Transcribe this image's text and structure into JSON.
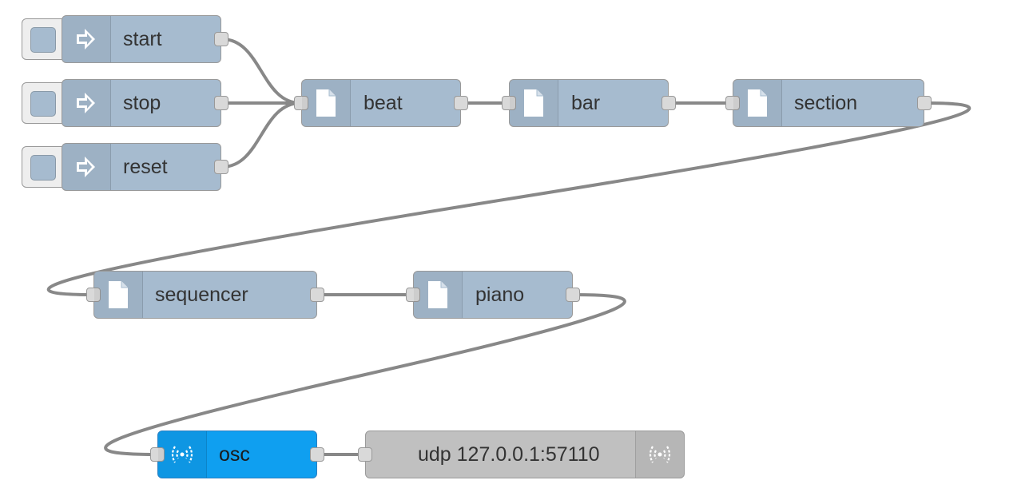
{
  "colors": {
    "function_node": "#a6bbcf",
    "osc_node": "#0f9ff0",
    "udp_node": "#c0c0c0",
    "wire": "#888888"
  },
  "nodes": {
    "start": {
      "label": "start",
      "icon": "arrow-in-icon"
    },
    "stop": {
      "label": "stop",
      "icon": "arrow-in-icon"
    },
    "reset": {
      "label": "reset",
      "icon": "arrow-in-icon"
    },
    "beat": {
      "label": "beat",
      "icon": "file-icon"
    },
    "bar": {
      "label": "bar",
      "icon": "file-icon"
    },
    "section": {
      "label": "section",
      "icon": "file-icon"
    },
    "sequencer": {
      "label": "sequencer",
      "icon": "file-icon"
    },
    "piano": {
      "label": "piano",
      "icon": "file-icon"
    },
    "osc": {
      "label": "osc",
      "icon": "wireless-icon"
    },
    "udp": {
      "label": "udp 127.0.0.1:57110",
      "icon": "wireless-icon"
    }
  },
  "wires": [
    [
      "start",
      "beat"
    ],
    [
      "stop",
      "beat"
    ],
    [
      "reset",
      "beat"
    ],
    [
      "beat",
      "bar"
    ],
    [
      "bar",
      "section"
    ],
    [
      "section",
      "sequencer"
    ],
    [
      "sequencer",
      "piano"
    ],
    [
      "piano",
      "osc"
    ],
    [
      "osc",
      "udp"
    ]
  ]
}
